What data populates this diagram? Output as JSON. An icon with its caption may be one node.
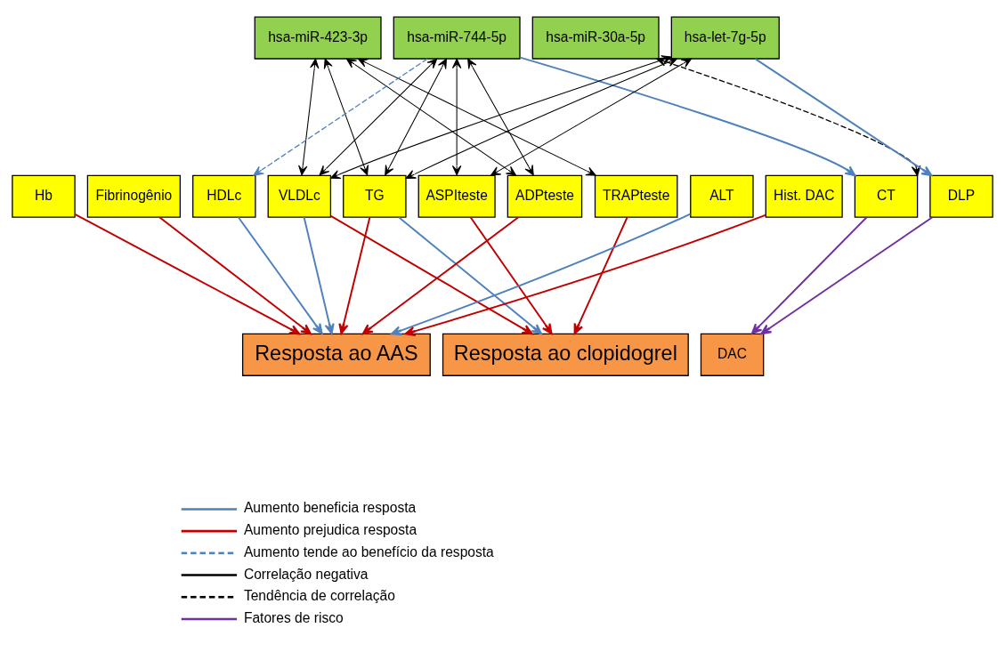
{
  "diagram": {
    "nodes": [
      {
        "text": [
          "hsa-miR-423-3p"
        ]
      },
      {
        "text": [
          "hsa-miR-744-5p"
        ]
      },
      {
        "text": [
          "hsa-miR-30a-5p"
        ]
      },
      {
        "text": [
          "hsa-let-7g-5p"
        ]
      },
      {
        "text": [
          "Hb"
        ]
      },
      {
        "text": [
          "Fibrinogênio"
        ]
      },
      {
        "text": [
          "HDLc"
        ]
      },
      {
        "text": [
          "VLDLc"
        ]
      },
      {
        "text": [
          "TG"
        ]
      },
      {
        "text": [
          "ASPIteste"
        ]
      },
      {
        "text": [
          "ADPteste"
        ]
      },
      {
        "text": [
          "TRAPteste"
        ]
      },
      {
        "text": [
          "ALT"
        ]
      },
      {
        "text": [
          "Hist. DAC"
        ]
      },
      {
        "text": [
          "CT"
        ]
      },
      {
        "text": [
          "DLP"
        ]
      },
      {
        "text": [
          "Resposta ao AAS"
        ]
      },
      {
        "text": [
          "Resposta ao clopidogrel"
        ]
      },
      {
        "text": [
          "DAC"
        ]
      }
    ],
    "edges": [
      {
        "from": 0,
        "to": 7,
        "arrow": "both"
      },
      {
        "from": 0,
        "to": 8,
        "arrow": "both"
      },
      {
        "from": 0,
        "to": 10,
        "arrow": "both"
      },
      {
        "from": 0,
        "to": 11,
        "arrow": "both"
      },
      {
        "from": 1,
        "to": 6,
        "arrow": "to",
        "style": "dashed",
        "color": "#4f81bd"
      },
      {
        "from": 1,
        "to": 7,
        "arrow": "both"
      },
      {
        "from": 1,
        "to": 8,
        "arrow": "both"
      },
      {
        "from": 1,
        "to": 9,
        "arrow": "both"
      },
      {
        "from": 1,
        "to": 10,
        "arrow": "both"
      },
      {
        "from": 1,
        "to": 14,
        "arrow": "to",
        "color": "#4f81bd"
      },
      {
        "from": 2,
        "to": 14,
        "arrow": "both",
        "style": "dashed"
      },
      {
        "from": 3,
        "to": 7,
        "arrow": "both"
      },
      {
        "from": 3,
        "to": 8,
        "arrow": "both"
      },
      {
        "from": 3,
        "to": 9,
        "arrow": "both"
      },
      {
        "from": 3,
        "to": 15,
        "arrow": "to",
        "color": "#4f81bd"
      },
      {
        "from": 4,
        "to": 16,
        "arrow": "to",
        "color": "#c00000"
      },
      {
        "from": 5,
        "to": 16,
        "arrow": "to",
        "color": "#c00000"
      },
      {
        "from": 6,
        "to": 16,
        "arrow": "to",
        "color": "#4f81bd"
      },
      {
        "from": 7,
        "to": 16,
        "arrow": "to",
        "color": "#4f81bd"
      },
      {
        "from": 7,
        "to": 17,
        "arrow": "to",
        "color": "#c00000"
      },
      {
        "from": 8,
        "to": 16,
        "arrow": "to",
        "color": "#c00000"
      },
      {
        "from": 8,
        "to": 17,
        "arrow": "to",
        "color": "#4f81bd"
      },
      {
        "from": 9,
        "to": 17,
        "arrow": "to",
        "color": "#c00000"
      },
      {
        "from": 10,
        "to": 16,
        "arrow": "to",
        "color": "#c00000"
      },
      {
        "from": 11,
        "to": 17,
        "arrow": "to",
        "color": "#c00000"
      },
      {
        "from": 12,
        "to": 16,
        "arrow": "to",
        "color": "#4f81bd"
      },
      {
        "from": 13,
        "to": 16,
        "arrow": "to",
        "color": "#c00000"
      },
      {
        "from": 14,
        "to": 18,
        "arrow": "to",
        "color": "#7030a0"
      },
      {
        "from": 15,
        "to": 18,
        "arrow": "to",
        "color": "#7030a0"
      }
    ],
    "legend": [
      {
        "text": "Aumento beneficia resposta"
      },
      {
        "text": "Aumento prejudica resposta"
      },
      {
        "text": "Aumento tende ao benefício da resposta"
      },
      {
        "text": "Correlação negativa"
      },
      {
        "text": "Tendência de correlação"
      },
      {
        "text": "Fatores de risco"
      }
    ]
  }
}
